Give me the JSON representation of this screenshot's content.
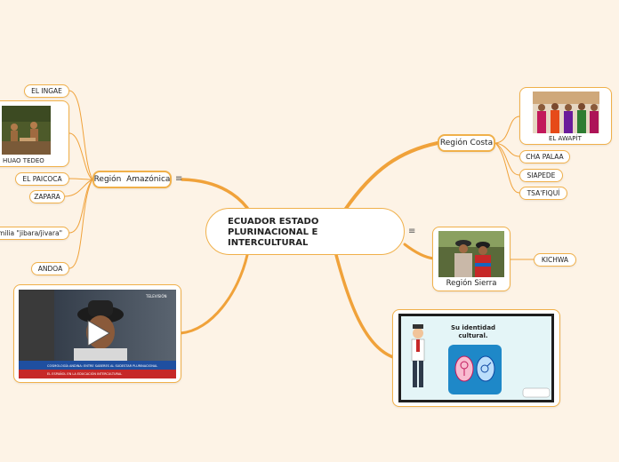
{
  "central": {
    "line1": "ECUADOR ESTADO",
    "line2": "PLURINACIONAL E",
    "line3": "INTERCULTURAL"
  },
  "menu_glyph": "≡",
  "amazonica": {
    "label": "Región  Amazónica",
    "items": {
      "ingae": "EL INGAE",
      "huao": "HUAO TEDEO",
      "paicoca": "EL PAICOCA",
      "zapara": "ZAPARA",
      "jibara": "milia \"jibara/jivara\"",
      "andoa": "ANDOA"
    }
  },
  "costa": {
    "label": "Región Costa",
    "items": {
      "awapit": "EL AWAPÍT",
      "cha_palaa": "CHA PALAA",
      "siapede": "SIAPEDE",
      "tsafiqui": "TSA'FIQUÍ"
    }
  },
  "sierra": {
    "label": "Región Sierra",
    "items": {
      "kichwa": "KICHWA"
    }
  },
  "infographic": {
    "line1": "Su identidad",
    "line2": "cultural."
  },
  "video": {
    "banner_line1": "COSMOLOGÍA ANDINA: ENTRE SABERES AL SUDESTAR PLURINACIONAL",
    "banner_line2": "EL ESPAÑOL EN LA EDUCACIÓN INTERCULTURAL",
    "tag": "TELEVISIÓN"
  },
  "colors": {
    "branch": "#f0a23a",
    "border": "#f0b04a",
    "background": "#fdf3e6"
  }
}
